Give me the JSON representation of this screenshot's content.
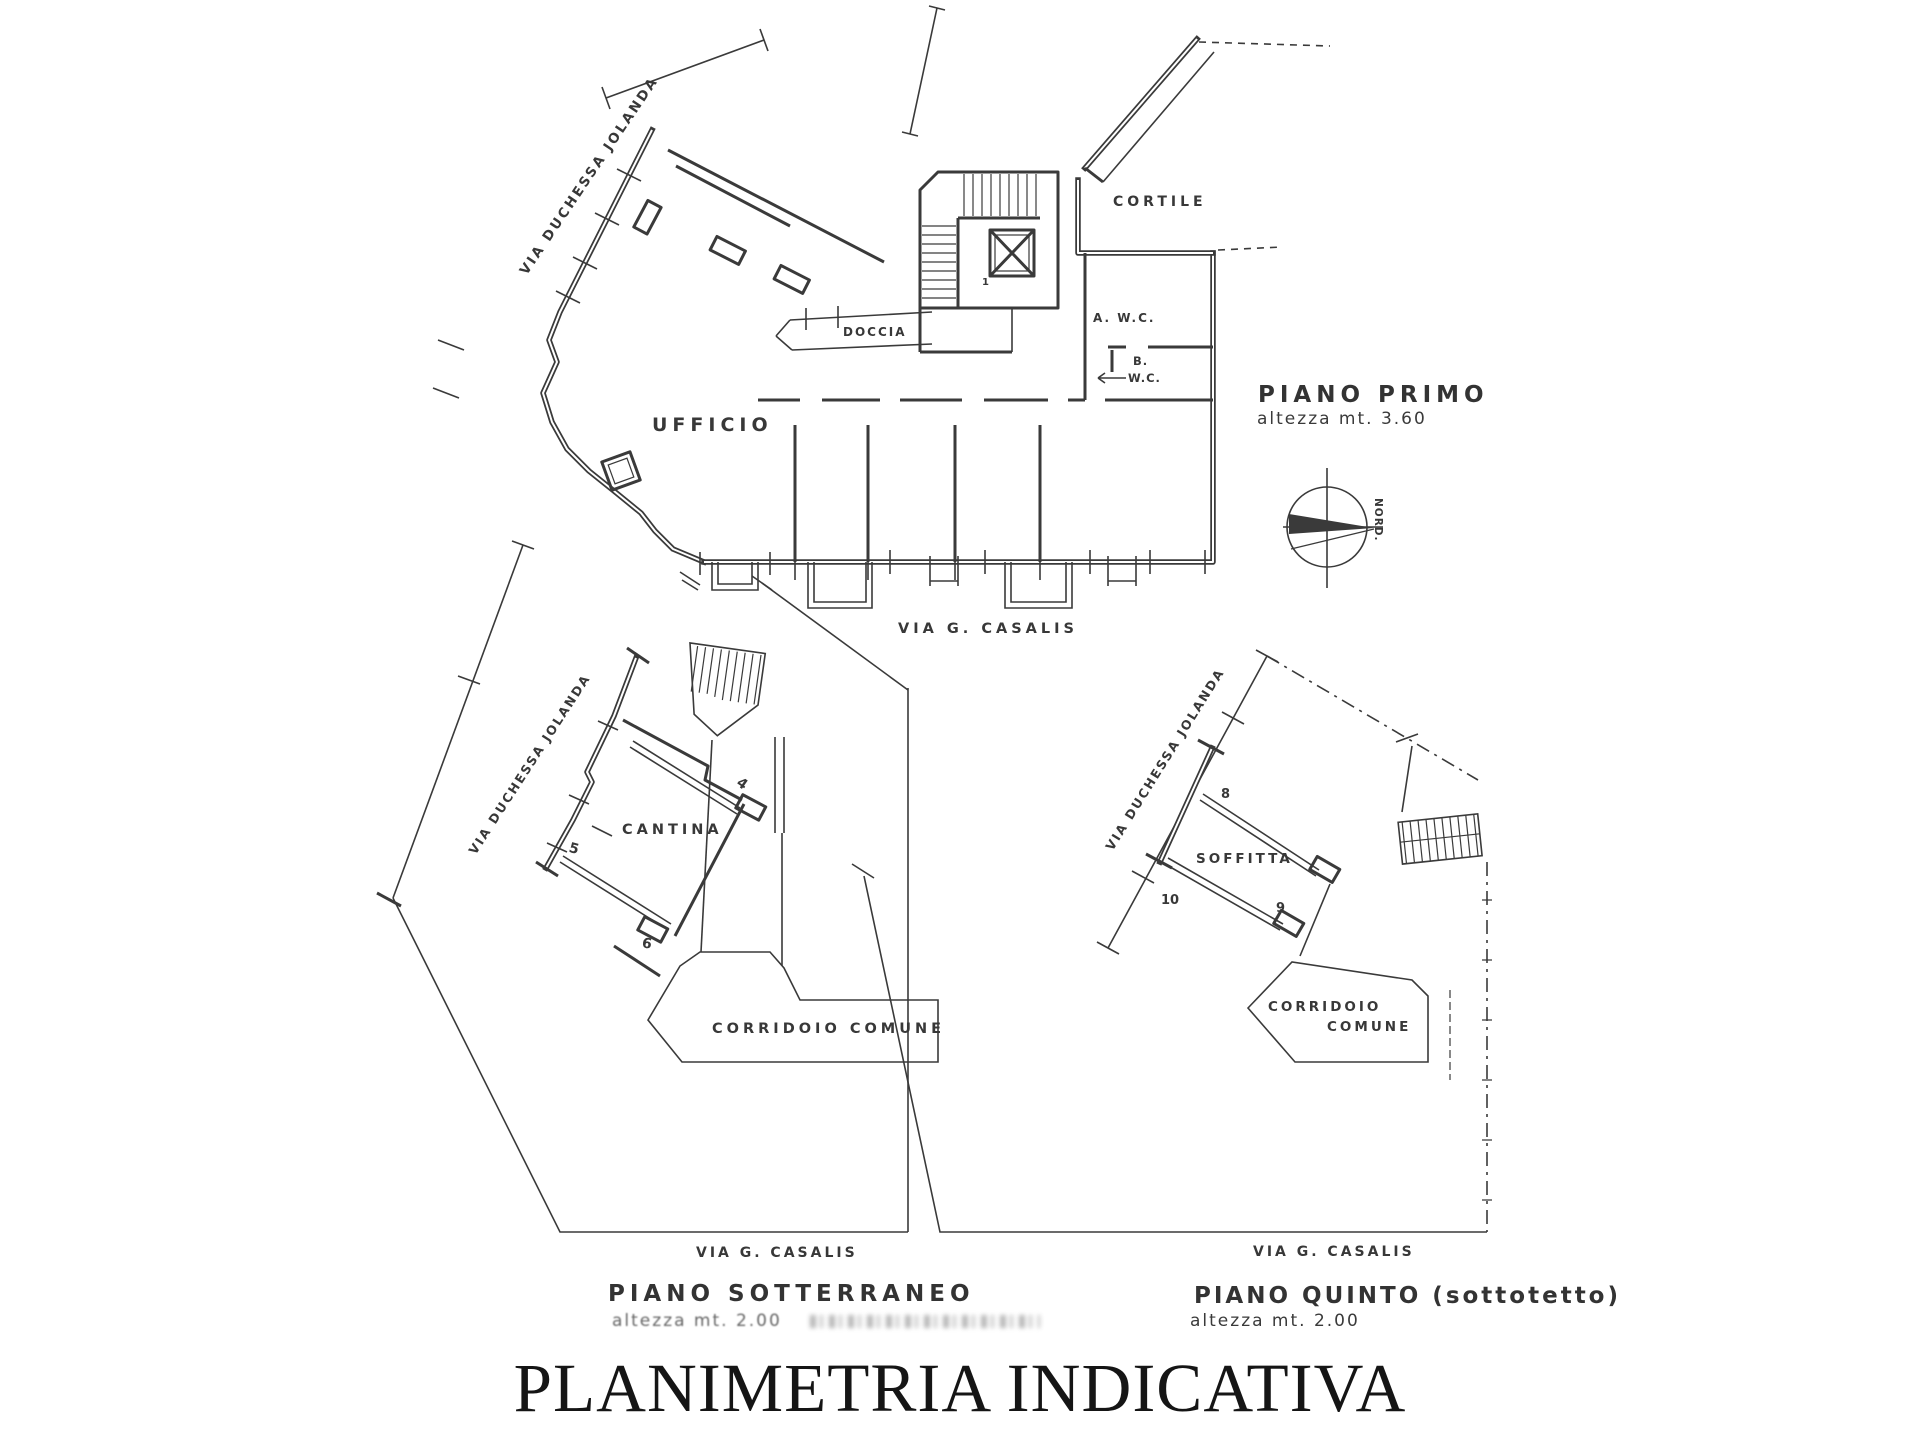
{
  "document": {
    "title": "PLANIMETRIA INDICATIVA",
    "ink_color": "#3a3a3a",
    "paper_color": "#ffffff"
  },
  "plan_piano_primo": {
    "title": "PIANO PRIMO",
    "subtitle": "altezza mt. 3.60",
    "street_diagonal": "VIA DUCHESSA JOLANDA",
    "street_bottom": "VIA G. CASALIS",
    "rooms": {
      "ufficio": "UFFICIO",
      "doccia": "DOCCIA",
      "cortile": "CORTILE",
      "wc_a": "A. W.C.",
      "wc_b_letter": "B.",
      "wc_b": "W.C.",
      "stair_mark": "1"
    },
    "compass_label": "NORD."
  },
  "plan_piano_sotterraneo": {
    "title": "PIANO SOTTERRANEO",
    "subtitle": "altezza mt. 2.00",
    "street_diagonal": "VIA DUCHESSA JOLANDA",
    "street_bottom": "VIA G. CASALIS",
    "rooms": {
      "cantina": "CANTINA",
      "corridoio": "CORRIDOIO COMUNE",
      "unit_4": "4",
      "unit_5": "5",
      "unit_6": "6"
    }
  },
  "plan_piano_quinto": {
    "title": "PIANO QUINTO (sottotetto)",
    "subtitle": "altezza mt. 2.00",
    "street_diagonal": "VIA DUCHESSA JOLANDA",
    "street_bottom": "VIA G. CASALIS",
    "rooms": {
      "soffitta": "SOFFITTA",
      "corridoio_line1": "CORRIDOIO",
      "corridoio_line2": "COMUNE",
      "unit_8": "8",
      "unit_9": "9",
      "unit_10": "10"
    }
  }
}
